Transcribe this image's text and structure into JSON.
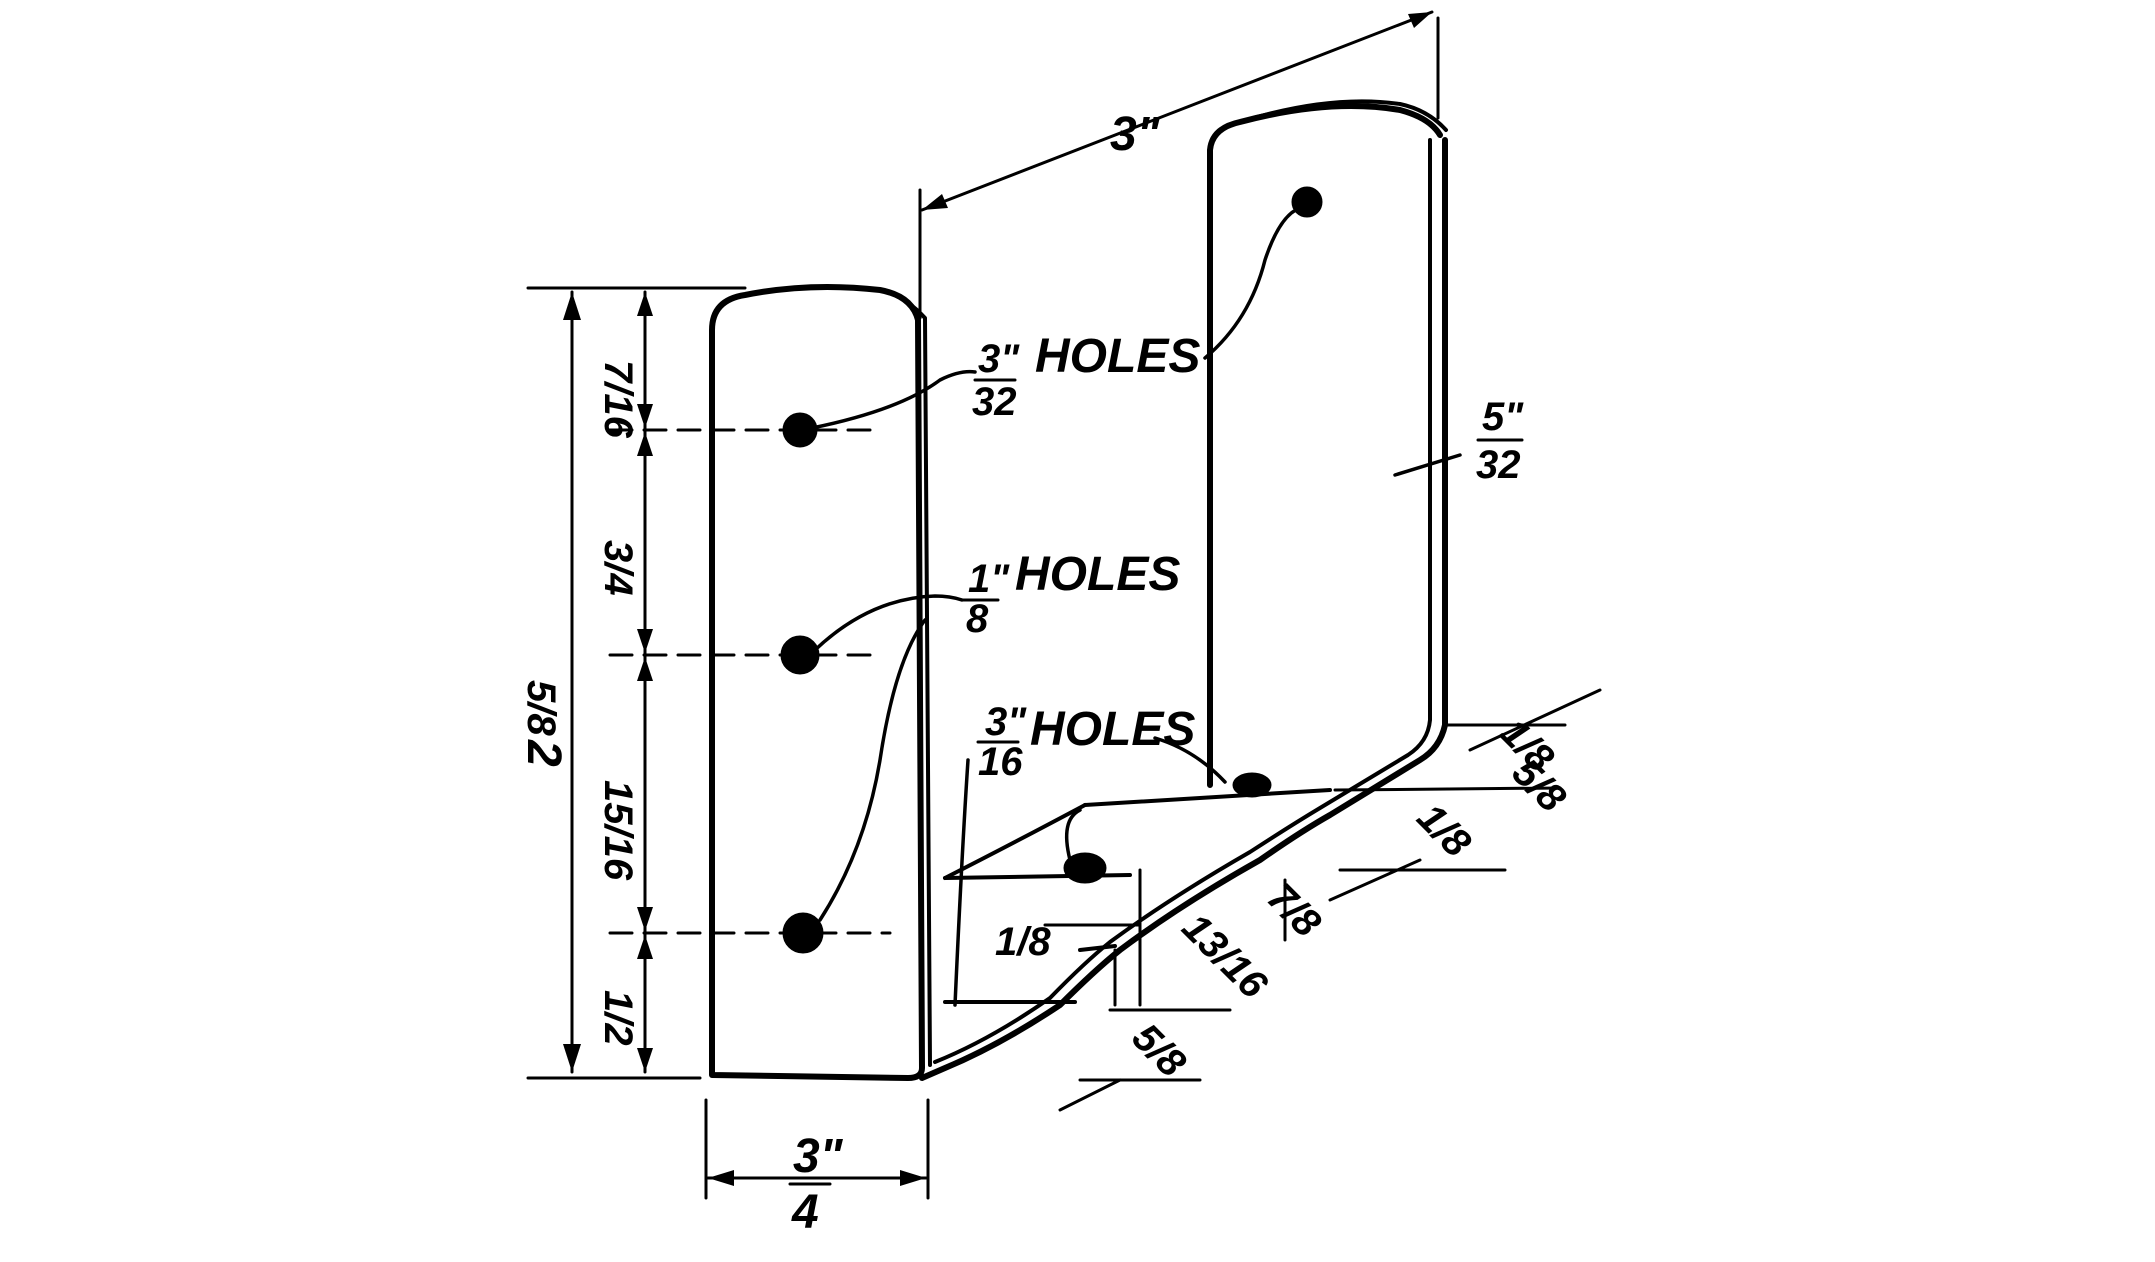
{
  "dimensions": {
    "overall_length": "3\"",
    "flange_width": "3\"",
    "flange_width_denominator": "4",
    "overall_height_whole": "2",
    "overall_height_fraction": "5/8",
    "top_spacing": "7/16",
    "upper_spacing": "3/4",
    "lower_spacing": "15/16",
    "bottom_spacing": "1/2",
    "right_thickness_num": "5\"",
    "right_thickness_den": "32",
    "base_offset_a": "1/8",
    "base_offset_b": "1/8",
    "base_offset_c": "7/8",
    "base_rise": "13/16",
    "base_step": "1/8",
    "base_depth": "5/8",
    "base_end": "5/8"
  },
  "callouts": {
    "holes_top_num": "3\"",
    "holes_top_den": "32",
    "holes_top_text": "HOLES",
    "holes_mid_num": "1\"",
    "holes_mid_den": "8",
    "holes_mid_text": "HOLES",
    "holes_base_num": "3\"",
    "holes_base_den": "16",
    "holes_base_text": "HOLES"
  }
}
